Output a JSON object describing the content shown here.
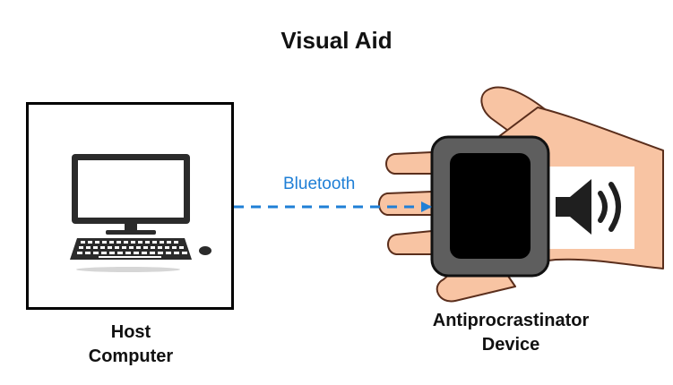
{
  "diagram": {
    "title": "Visual Aid",
    "nodes": {
      "host": {
        "label": "Host\nComputer"
      },
      "device": {
        "label": "Antiprocrastinator\nDevice"
      }
    },
    "edge": {
      "label": "Bluetooth",
      "from": "host",
      "to": "device",
      "style": "dashed"
    },
    "icons": [
      "desktop-computer-icon",
      "hand-icon",
      "speaker-icon"
    ],
    "colors": {
      "edge": "#1f7fd6",
      "skin": "#f8c4a3",
      "skin_outline": "#5a2e1c",
      "device_body": "#5e5e5e",
      "device_screen": "#000000",
      "icon": "#2b2b2b"
    }
  }
}
